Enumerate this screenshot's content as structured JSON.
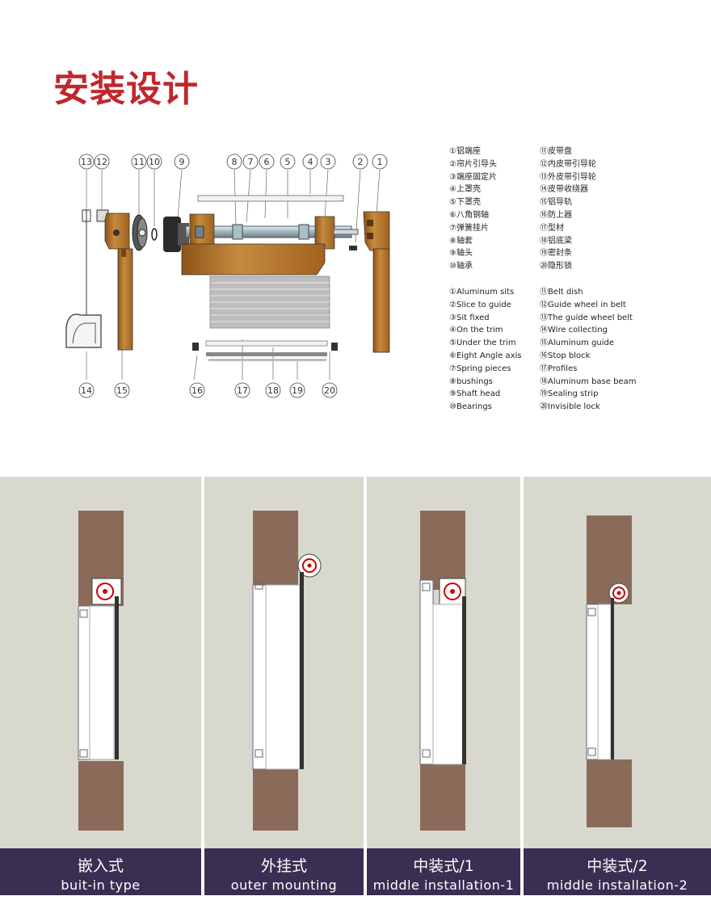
{
  "title": "安装设计",
  "colors": {
    "title": "#c0272d",
    "wood": "#b8742a",
    "wall": "#8a6b5a",
    "panel_bg": "#d9d8ce",
    "caption_bg": "#3a2e52"
  },
  "callouts": {
    "top": [
      "13",
      "12",
      "11",
      "10",
      "9",
      "8",
      "7",
      "6",
      "5",
      "4",
      "3",
      "2",
      "1"
    ],
    "bottom": [
      "14",
      "15",
      "16",
      "17",
      "18",
      "19",
      "20"
    ]
  },
  "legend_cn": {
    "left": [
      "①铝端座",
      "②帘片引导头",
      "③端座固定片",
      "④上罩壳",
      "⑤下罩壳",
      "⑥八角钢轴",
      "⑦弹簧挂片",
      "⑧轴套",
      "⑨轴头",
      "⑩轴承"
    ],
    "right": [
      "⑪皮带盘",
      "⑫内皮带引导轮",
      "⑬外皮带引导轮",
      "⑭皮带收绕器",
      "⑮铝导轨",
      "⑯防上器",
      "⑰型材",
      "⑱铝底梁",
      "⑲密封条",
      "⑳隐形锁"
    ]
  },
  "legend_en": {
    "left": [
      "①Aluminum sits",
      "②Slice to guide",
      "③Sit fixed",
      "④On the trim",
      "⑤Under the trim",
      "⑥Eight Angle axis",
      "⑦Spring pieces",
      "⑧bushings",
      "⑨Shaft head",
      "⑩Bearings"
    ],
    "right": [
      "⑪Belt dish",
      "⑫Guide wheel in belt",
      "⑬The guide wheel belt",
      "⑭Wire collecting",
      "⑮Aluminum guide",
      "⑯Stop block",
      "⑰Profiles",
      "⑱Aluminum base beam",
      "⑲Sealing strip",
      "⑳Invisible lock"
    ]
  },
  "panels": [
    {
      "cn": "嵌入式",
      "en": "buit-in type"
    },
    {
      "cn": "外挂式",
      "en": "outer mounting"
    },
    {
      "cn": "中装式/1",
      "en": "middle installation-1"
    },
    {
      "cn": "中装式/2",
      "en": "middle installation-2"
    }
  ]
}
